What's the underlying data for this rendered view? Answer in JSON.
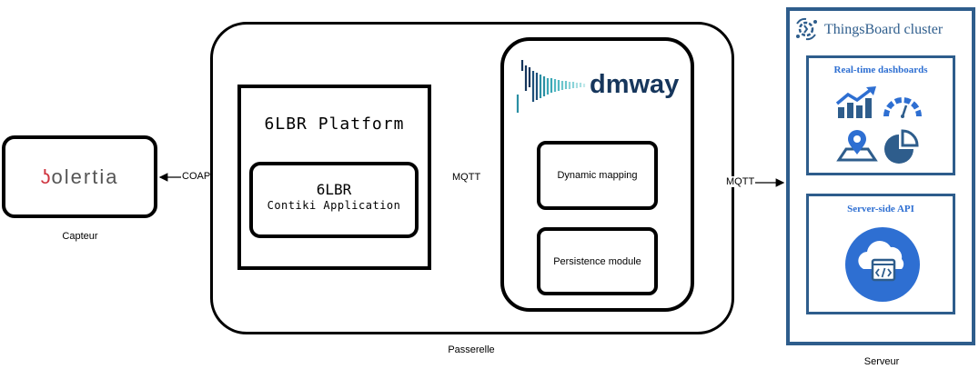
{
  "sensor": {
    "logo_mark": "ʖ",
    "logo_text": "olertia",
    "caption": "Capteur"
  },
  "gateway": {
    "caption": "Passerelle",
    "platform": {
      "title": "6LBR Platform",
      "app_title": "6LBR",
      "app_subtitle": "Contiki Application"
    },
    "dmway": {
      "logo_text": "dmway",
      "modules": [
        "Dynamic mapping",
        "Persistence module"
      ]
    }
  },
  "server": {
    "caption": "Serveur",
    "title": "ThingsBoard cluster",
    "dashboards_title": "Real-time dashboards",
    "api_title": "Server-side API",
    "accent_color": "#2e5d8c",
    "icon_color": "#2e6fd2"
  },
  "connections": {
    "sensor_to_platform": "COAP",
    "platform_to_dmway": "MQTT",
    "dmway_to_server": "MQTT"
  }
}
